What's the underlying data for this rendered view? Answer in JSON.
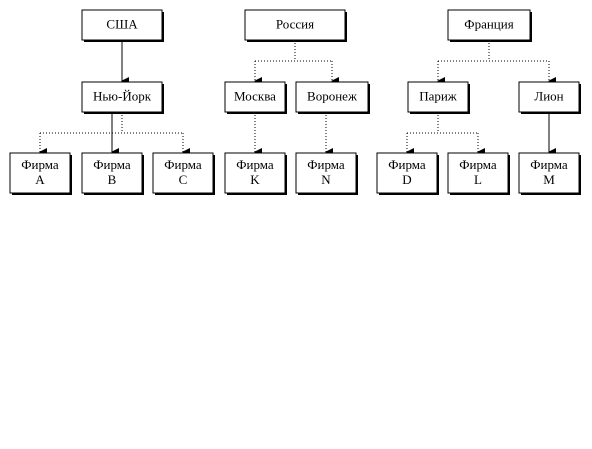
{
  "nodes": {
    "usa": {
      "lines": [
        "США"
      ]
    },
    "russia": {
      "lines": [
        "Россия"
      ]
    },
    "france": {
      "lines": [
        "Франция"
      ]
    },
    "newyork": {
      "lines": [
        "Нью-Йорк"
      ]
    },
    "moscow": {
      "lines": [
        "Москва"
      ]
    },
    "voronezh": {
      "lines": [
        "Воронеж"
      ]
    },
    "paris": {
      "lines": [
        "Париж"
      ]
    },
    "lyon": {
      "lines": [
        "Лион"
      ]
    },
    "firm_a": {
      "lines": [
        "Фирма",
        "A"
      ]
    },
    "firm_b": {
      "lines": [
        "Фирма",
        "B"
      ]
    },
    "firm_c": {
      "lines": [
        "Фирма",
        "C"
      ]
    },
    "firm_k": {
      "lines": [
        "Фирма",
        "K"
      ]
    },
    "firm_n": {
      "lines": [
        "Фирма",
        "N"
      ]
    },
    "firm_d": {
      "lines": [
        "Фирма",
        "D"
      ]
    },
    "firm_l": {
      "lines": [
        "Фирма",
        "L"
      ]
    },
    "firm_m": {
      "lines": [
        "Фирма",
        "M"
      ]
    }
  },
  "edges": [
    {
      "from": "usa",
      "to": "newyork",
      "style": "solid"
    },
    {
      "from": "russia",
      "to": "moscow",
      "style": "dotted"
    },
    {
      "from": "russia",
      "to": "voronezh",
      "style": "dotted"
    },
    {
      "from": "france",
      "to": "paris",
      "style": "dotted"
    },
    {
      "from": "france",
      "to": "lyon",
      "style": "dotted"
    },
    {
      "from": "newyork",
      "to": "firm_a",
      "style": "dotted"
    },
    {
      "from": "newyork",
      "to": "firm_b",
      "style": "solid"
    },
    {
      "from": "newyork",
      "to": "firm_c",
      "style": "dotted"
    },
    {
      "from": "moscow",
      "to": "firm_k",
      "style": "dotted"
    },
    {
      "from": "voronezh",
      "to": "firm_n",
      "style": "dotted"
    },
    {
      "from": "paris",
      "to": "firm_d",
      "style": "dotted"
    },
    {
      "from": "paris",
      "to": "firm_l",
      "style": "dotted"
    },
    {
      "from": "lyon",
      "to": "firm_m",
      "style": "solid"
    }
  ]
}
